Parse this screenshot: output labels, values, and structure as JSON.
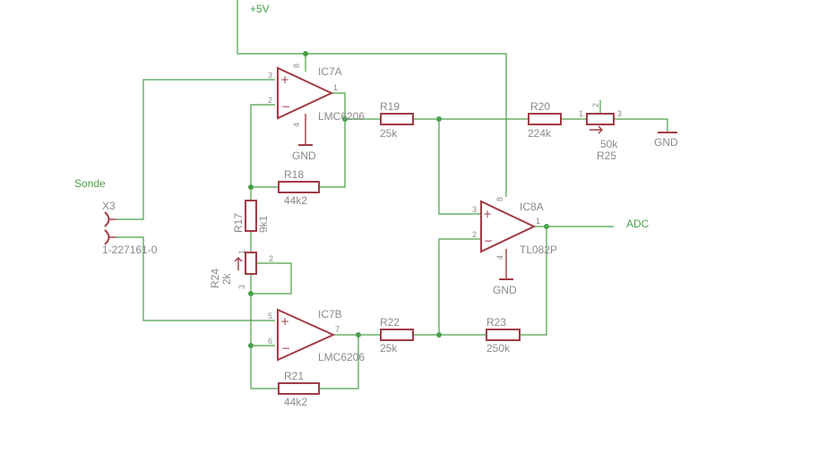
{
  "nets": {
    "supply": "+5V",
    "output": "ADC",
    "probe": "Sonde"
  },
  "opamps": {
    "ic7a": {
      "name": "IC7A",
      "value": "LMC6206",
      "pins": [
        "3",
        "2",
        "1",
        "8",
        "4"
      ],
      "gnd": "GND"
    },
    "ic7b": {
      "name": "IC7B",
      "value": "LMC6206",
      "pins": [
        "5",
        "6",
        "7"
      ]
    },
    "ic8a": {
      "name": "IC8A",
      "value": "TL082P",
      "pins": [
        "3",
        "2",
        "1",
        "8",
        "4"
      ],
      "gnd": "GND"
    }
  },
  "resistors": {
    "r17": {
      "name": "R17",
      "value": "9k1"
    },
    "r18": {
      "name": "R18",
      "value": "44k2"
    },
    "r19": {
      "name": "R19",
      "value": "25k"
    },
    "r20": {
      "name": "R20",
      "value": "224k"
    },
    "r21": {
      "name": "R21",
      "value": "44k2"
    },
    "r22": {
      "name": "R22",
      "value": "25k"
    },
    "r23": {
      "name": "R23",
      "value": "250k"
    }
  },
  "pots": {
    "r24": {
      "name": "R24",
      "value": "2k",
      "pins": [
        "1",
        "2",
        "3"
      ]
    },
    "r25": {
      "name": "R25",
      "value": "50k",
      "pins": [
        "1",
        "2",
        "3"
      ],
      "gnd": "GND"
    }
  },
  "connector": {
    "name": "X3",
    "value": "1-227161-0"
  },
  "colors": {
    "wire": "#4aa04a",
    "part": "#a03c44",
    "label": "#8a8a8a",
    "background": "#ffffff"
  }
}
